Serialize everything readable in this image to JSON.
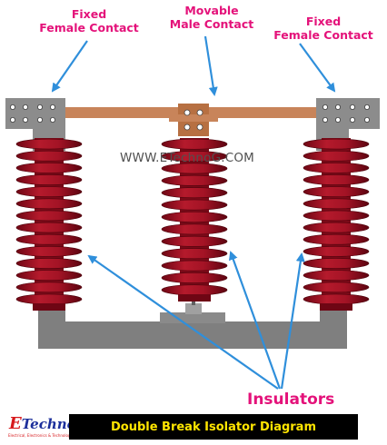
{
  "labels": {
    "left_line1": "Fixed",
    "left_line2": "Female Contact",
    "middle_line1": "Movable",
    "middle_line2": "Male Contact",
    "right_line1": "Fixed",
    "right_line2": "Female Contact",
    "insulators": "Insulators"
  },
  "watermark": "WWW.ETechnoG.COM",
  "caption": "Double Break Isolator Diagram",
  "logo": {
    "initial": "E",
    "rest": "TechnoG",
    "tagline": "Electrical, Electronics & Technology"
  },
  "colors": {
    "label_text": "#e4127a",
    "arrow": "#2f8fdb",
    "insulator": "#9e0f1f",
    "base": "#7f7f7f",
    "contact_block": "#8c8c8c",
    "blade": "#c8845a",
    "caption_bg": "#000000",
    "caption_text": "#ffe500"
  }
}
